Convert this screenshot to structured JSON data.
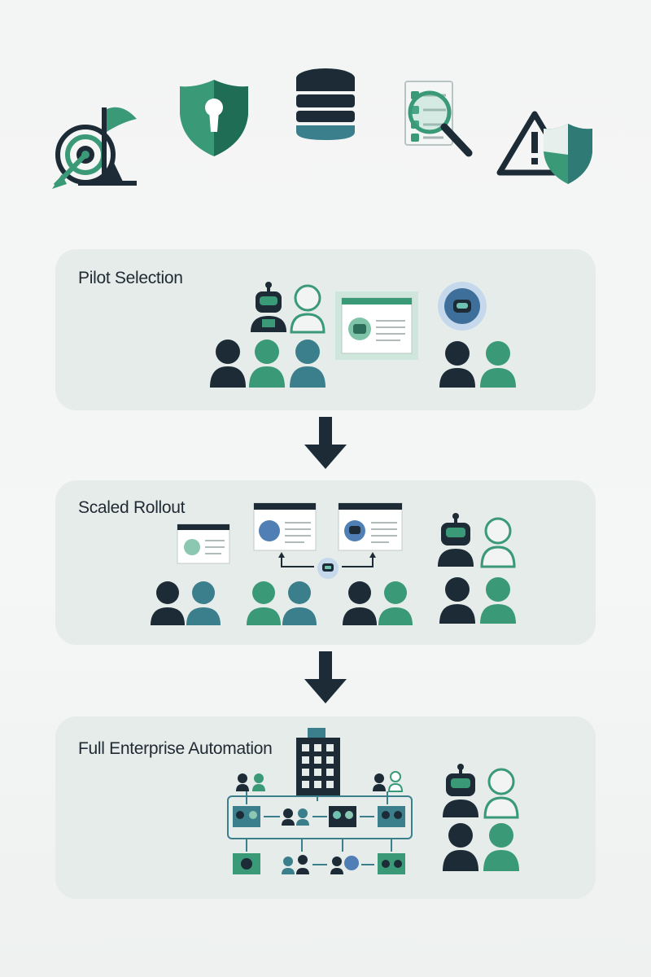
{
  "colors": {
    "navy": "#1c2b36",
    "green": "#3a9a78",
    "teal": "#3b7f8c",
    "panel": "#e6ecea",
    "light_green": "#cfe6dc"
  },
  "top_icons": [
    "target-flag-icon",
    "shield-keyhole-icon",
    "database-icon",
    "checklist-magnifier-icon",
    "warning-shield-icon"
  ],
  "stages": [
    {
      "title": "Pilot Selection"
    },
    {
      "title": "Scaled Rollout"
    },
    {
      "title": "Full Enterprise Automation"
    }
  ]
}
